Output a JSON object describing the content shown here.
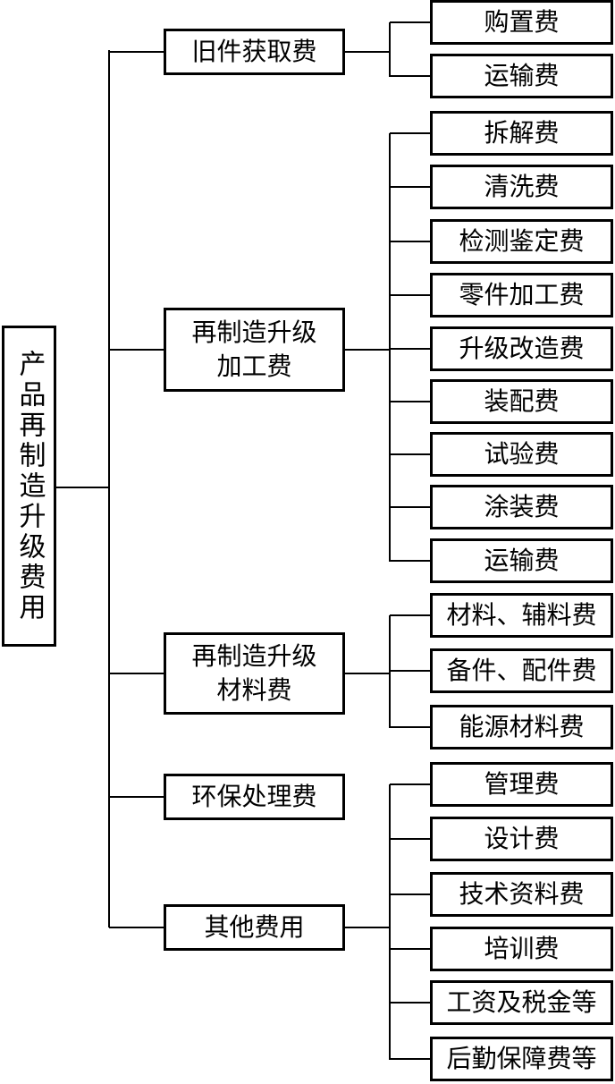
{
  "root": {
    "label": "产品再制造升级费用"
  },
  "categories": [
    {
      "label": "旧件获取费",
      "items": [
        "购置费",
        "运输费"
      ]
    },
    {
      "label": "再制造升级\n加工费",
      "items": [
        "拆解费",
        "清洗费",
        "检测鉴定费",
        "零件加工费",
        "升级改造费",
        "装配费",
        "试验费",
        "涂装费",
        "运输费"
      ]
    },
    {
      "label": "再制造升级\n材料费",
      "items": [
        "材料、辅料费",
        "备件、配件费",
        "能源材料费"
      ]
    },
    {
      "label": "环保处理费",
      "items": []
    },
    {
      "label": "其他费用",
      "items": [
        "管理费",
        "设计费",
        "技术资料费",
        "培训费",
        "工资及税金等",
        "后勤保障费等"
      ]
    }
  ]
}
